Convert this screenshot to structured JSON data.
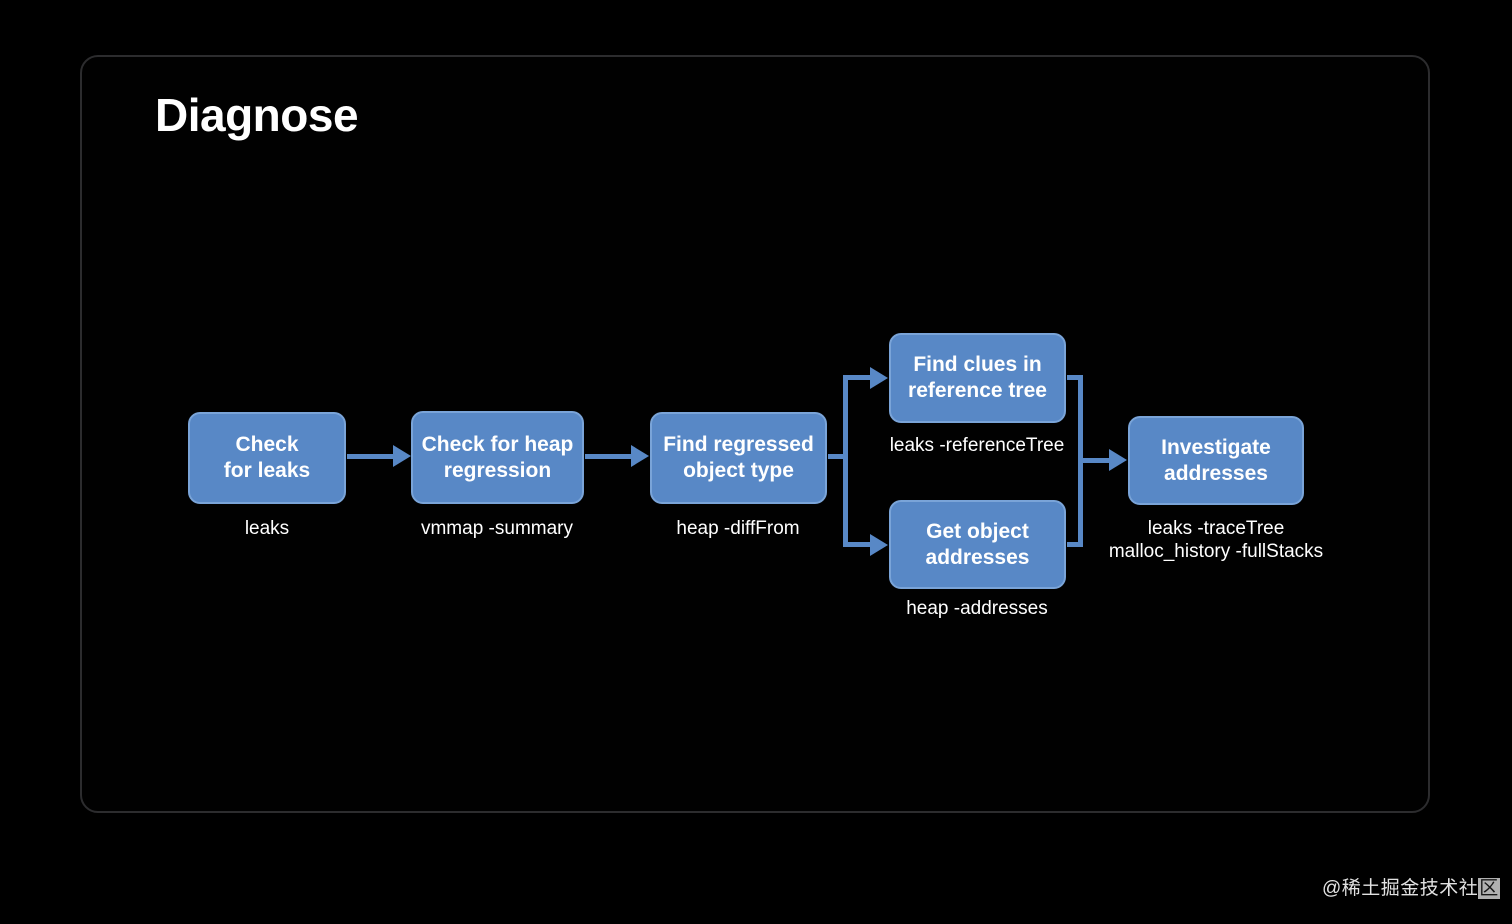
{
  "slide": {
    "title": "Diagnose"
  },
  "colors": {
    "background": "#000000",
    "node_fill": "#5888c6",
    "node_border": "#7aa4d8",
    "connector": "#5888c6",
    "slide_border": "#2c2c2e",
    "text": "#ffffff"
  },
  "flow": {
    "nodes": [
      {
        "id": "check-for-leaks",
        "line1": "Check",
        "line2": "for leaks",
        "command": "leaks"
      },
      {
        "id": "check-for-heap-regression",
        "line1": "Check for heap",
        "line2": "regression",
        "command": "vmmap -summary"
      },
      {
        "id": "find-regressed-object-type",
        "line1": "Find regressed",
        "line2": "object type",
        "command": "heap -diffFrom"
      },
      {
        "id": "find-clues-reference-tree",
        "line1": "Find clues in",
        "line2": "reference tree",
        "command": "leaks -referenceTree"
      },
      {
        "id": "get-object-addresses",
        "line1": "Get object",
        "line2": "addresses",
        "command": "heap -addresses"
      },
      {
        "id": "investigate-addresses",
        "line1": "Investigate",
        "line2": "addresses",
        "command": "leaks -traceTree",
        "command2": "malloc_history -fullStacks"
      }
    ]
  },
  "watermark": {
    "prefix": "@稀土掘金技术社",
    "cursor_char": "区"
  }
}
